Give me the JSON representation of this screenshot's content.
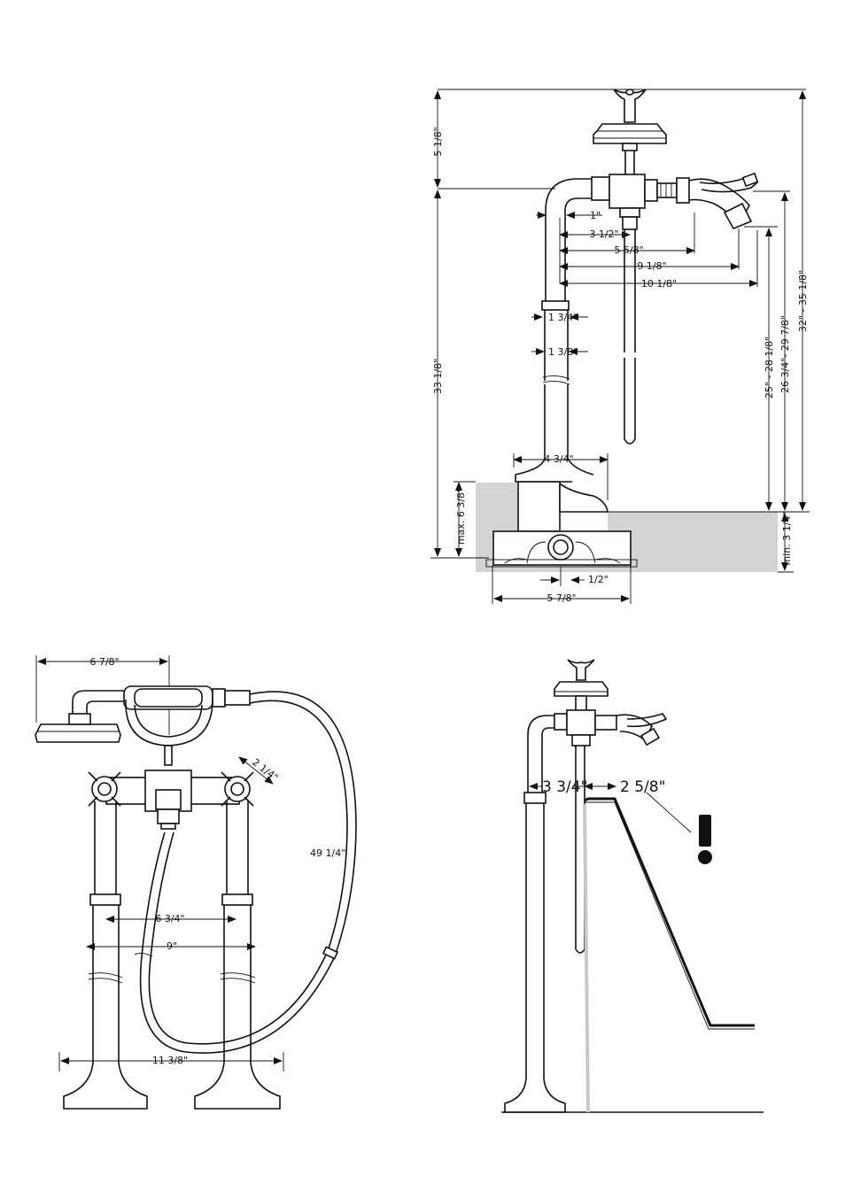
{
  "colors": {
    "ink": "#111111",
    "floor": "#d4d4d4",
    "background": "#ffffff"
  },
  "side_view": {
    "dim_top": "5 1/8\"",
    "dim_1": "1\"",
    "dim_3_5": "3 1/2\"",
    "dim_5_5_8": "5 5/8\"",
    "dim_9_1_8": "9 1/8\"",
    "dim_10_1_8": "10 1/8\"",
    "dim_1_3_4": "1 3/4\"",
    "dim_1_3_8": "1 3/8\"",
    "dim_33_1_8": "33 1/8\"",
    "dim_4_3_4": "4 3/4\"",
    "dim_max": "max. 6 3/8\"",
    "dim_half": "1/2\"",
    "dim_5_7_8": "5 7/8\"",
    "dim_25": "25\" - 28 1/8\"",
    "dim_26": "26 3/4\"- 29 7/8\"",
    "dim_32": "32\" - 35 1/8\"",
    "dim_min": "min. 3 1/4\""
  },
  "front_view": {
    "dim_6_7_8": "6 7/8\"",
    "dim_2_1_4": "2 1/4\"",
    "dim_49_1_4": "49 1/4\"",
    "dim_6_3_4": "6 3/4\"",
    "dim_9": "9\"",
    "dim_11_3_8": "11 3/8\""
  },
  "clearance_view": {
    "dim_3_3_4": "3 3/4\"",
    "dim_2_5_8": "2 5/8\"",
    "warning": "!"
  }
}
